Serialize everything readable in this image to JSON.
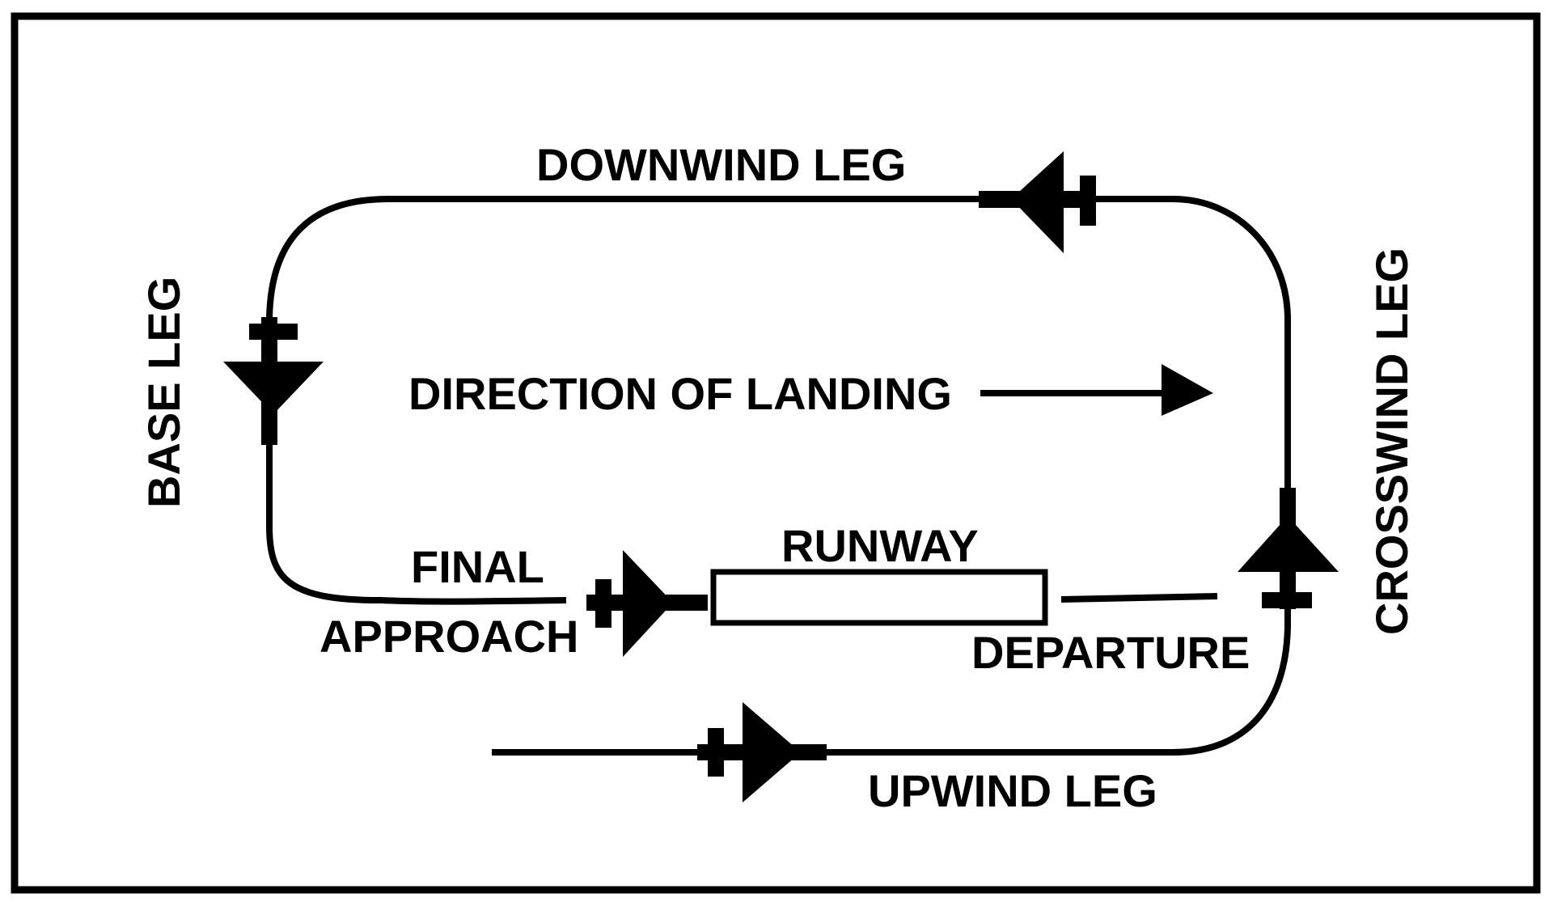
{
  "labels": {
    "downwind_leg": "DOWNWIND LEG",
    "base_leg": "BASE LEG",
    "crosswind_leg": "CROSSWIND LEG",
    "direction_of_landing": "DIRECTION OF LANDING",
    "final": "FINAL",
    "approach": "APPROACH",
    "runway": "RUNWAY",
    "departure": "DEPARTURE",
    "upwind_leg": "UPWIND LEG"
  },
  "colors": {
    "ink": "#000000",
    "background": "#ffffff"
  },
  "icons": [
    "aircraft-icon",
    "direction-arrow-icon"
  ]
}
